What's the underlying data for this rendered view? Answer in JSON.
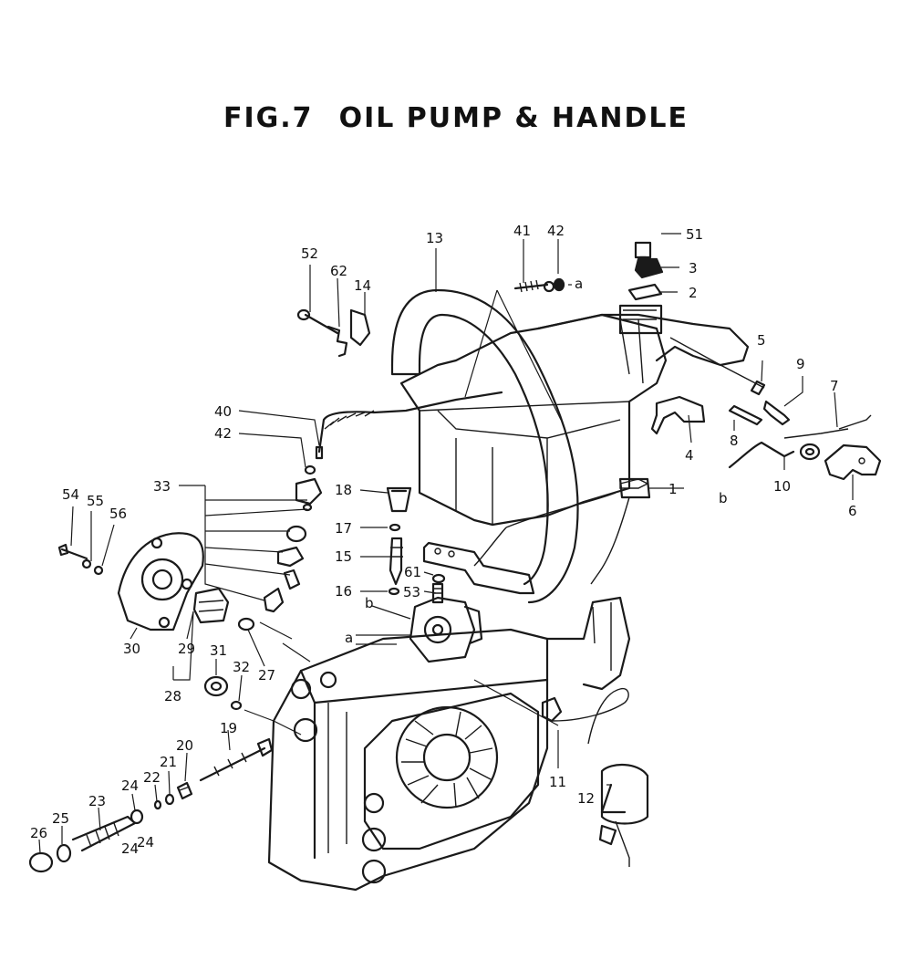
{
  "figure": {
    "number": "FIG.7",
    "title": "OIL PUMP & HANDLE"
  },
  "callouts": [
    {
      "id": "c1",
      "text": "1"
    },
    {
      "id": "c2",
      "text": "2"
    },
    {
      "id": "c3",
      "text": "3"
    },
    {
      "id": "c4",
      "text": "4"
    },
    {
      "id": "c5",
      "text": "5"
    },
    {
      "id": "c6",
      "text": "6"
    },
    {
      "id": "c7",
      "text": "7"
    },
    {
      "id": "c8",
      "text": "8"
    },
    {
      "id": "c9",
      "text": "9"
    },
    {
      "id": "c10",
      "text": "10"
    },
    {
      "id": "c11",
      "text": "11"
    },
    {
      "id": "c12",
      "text": "12"
    },
    {
      "id": "c13",
      "text": "13"
    },
    {
      "id": "c14",
      "text": "14"
    },
    {
      "id": "c15",
      "text": "15"
    },
    {
      "id": "c16",
      "text": "16"
    },
    {
      "id": "c17",
      "text": "17"
    },
    {
      "id": "c18",
      "text": "18"
    },
    {
      "id": "c19",
      "text": "19"
    },
    {
      "id": "c20",
      "text": "20"
    },
    {
      "id": "c21",
      "text": "21"
    },
    {
      "id": "c22",
      "text": "22"
    },
    {
      "id": "c23",
      "text": "23"
    },
    {
      "id": "c24a",
      "text": "24"
    },
    {
      "id": "c24b",
      "text": "24"
    },
    {
      "id": "c24c",
      "text": "24"
    },
    {
      "id": "c25",
      "text": "25"
    },
    {
      "id": "c26",
      "text": "26"
    },
    {
      "id": "c27",
      "text": "27"
    },
    {
      "id": "c28",
      "text": "28"
    },
    {
      "id": "c29",
      "text": "29"
    },
    {
      "id": "c30",
      "text": "30"
    },
    {
      "id": "c31",
      "text": "31"
    },
    {
      "id": "c32",
      "text": "32"
    },
    {
      "id": "c33",
      "text": "33"
    },
    {
      "id": "c40",
      "text": "40"
    },
    {
      "id": "c41",
      "text": "41"
    },
    {
      "id": "c42a",
      "text": "42"
    },
    {
      "id": "c42b",
      "text": "42"
    },
    {
      "id": "c51",
      "text": "51"
    },
    {
      "id": "c52",
      "text": "52"
    },
    {
      "id": "c53",
      "text": "53"
    },
    {
      "id": "c54",
      "text": "54"
    },
    {
      "id": "c55",
      "text": "55"
    },
    {
      "id": "c56",
      "text": "56"
    },
    {
      "id": "c61",
      "text": "61"
    },
    {
      "id": "c62",
      "text": "62"
    },
    {
      "id": "ra1",
      "text": "a"
    },
    {
      "id": "ra2",
      "text": "a"
    },
    {
      "id": "rb1",
      "text": "b"
    },
    {
      "id": "rb2",
      "text": "b"
    }
  ]
}
